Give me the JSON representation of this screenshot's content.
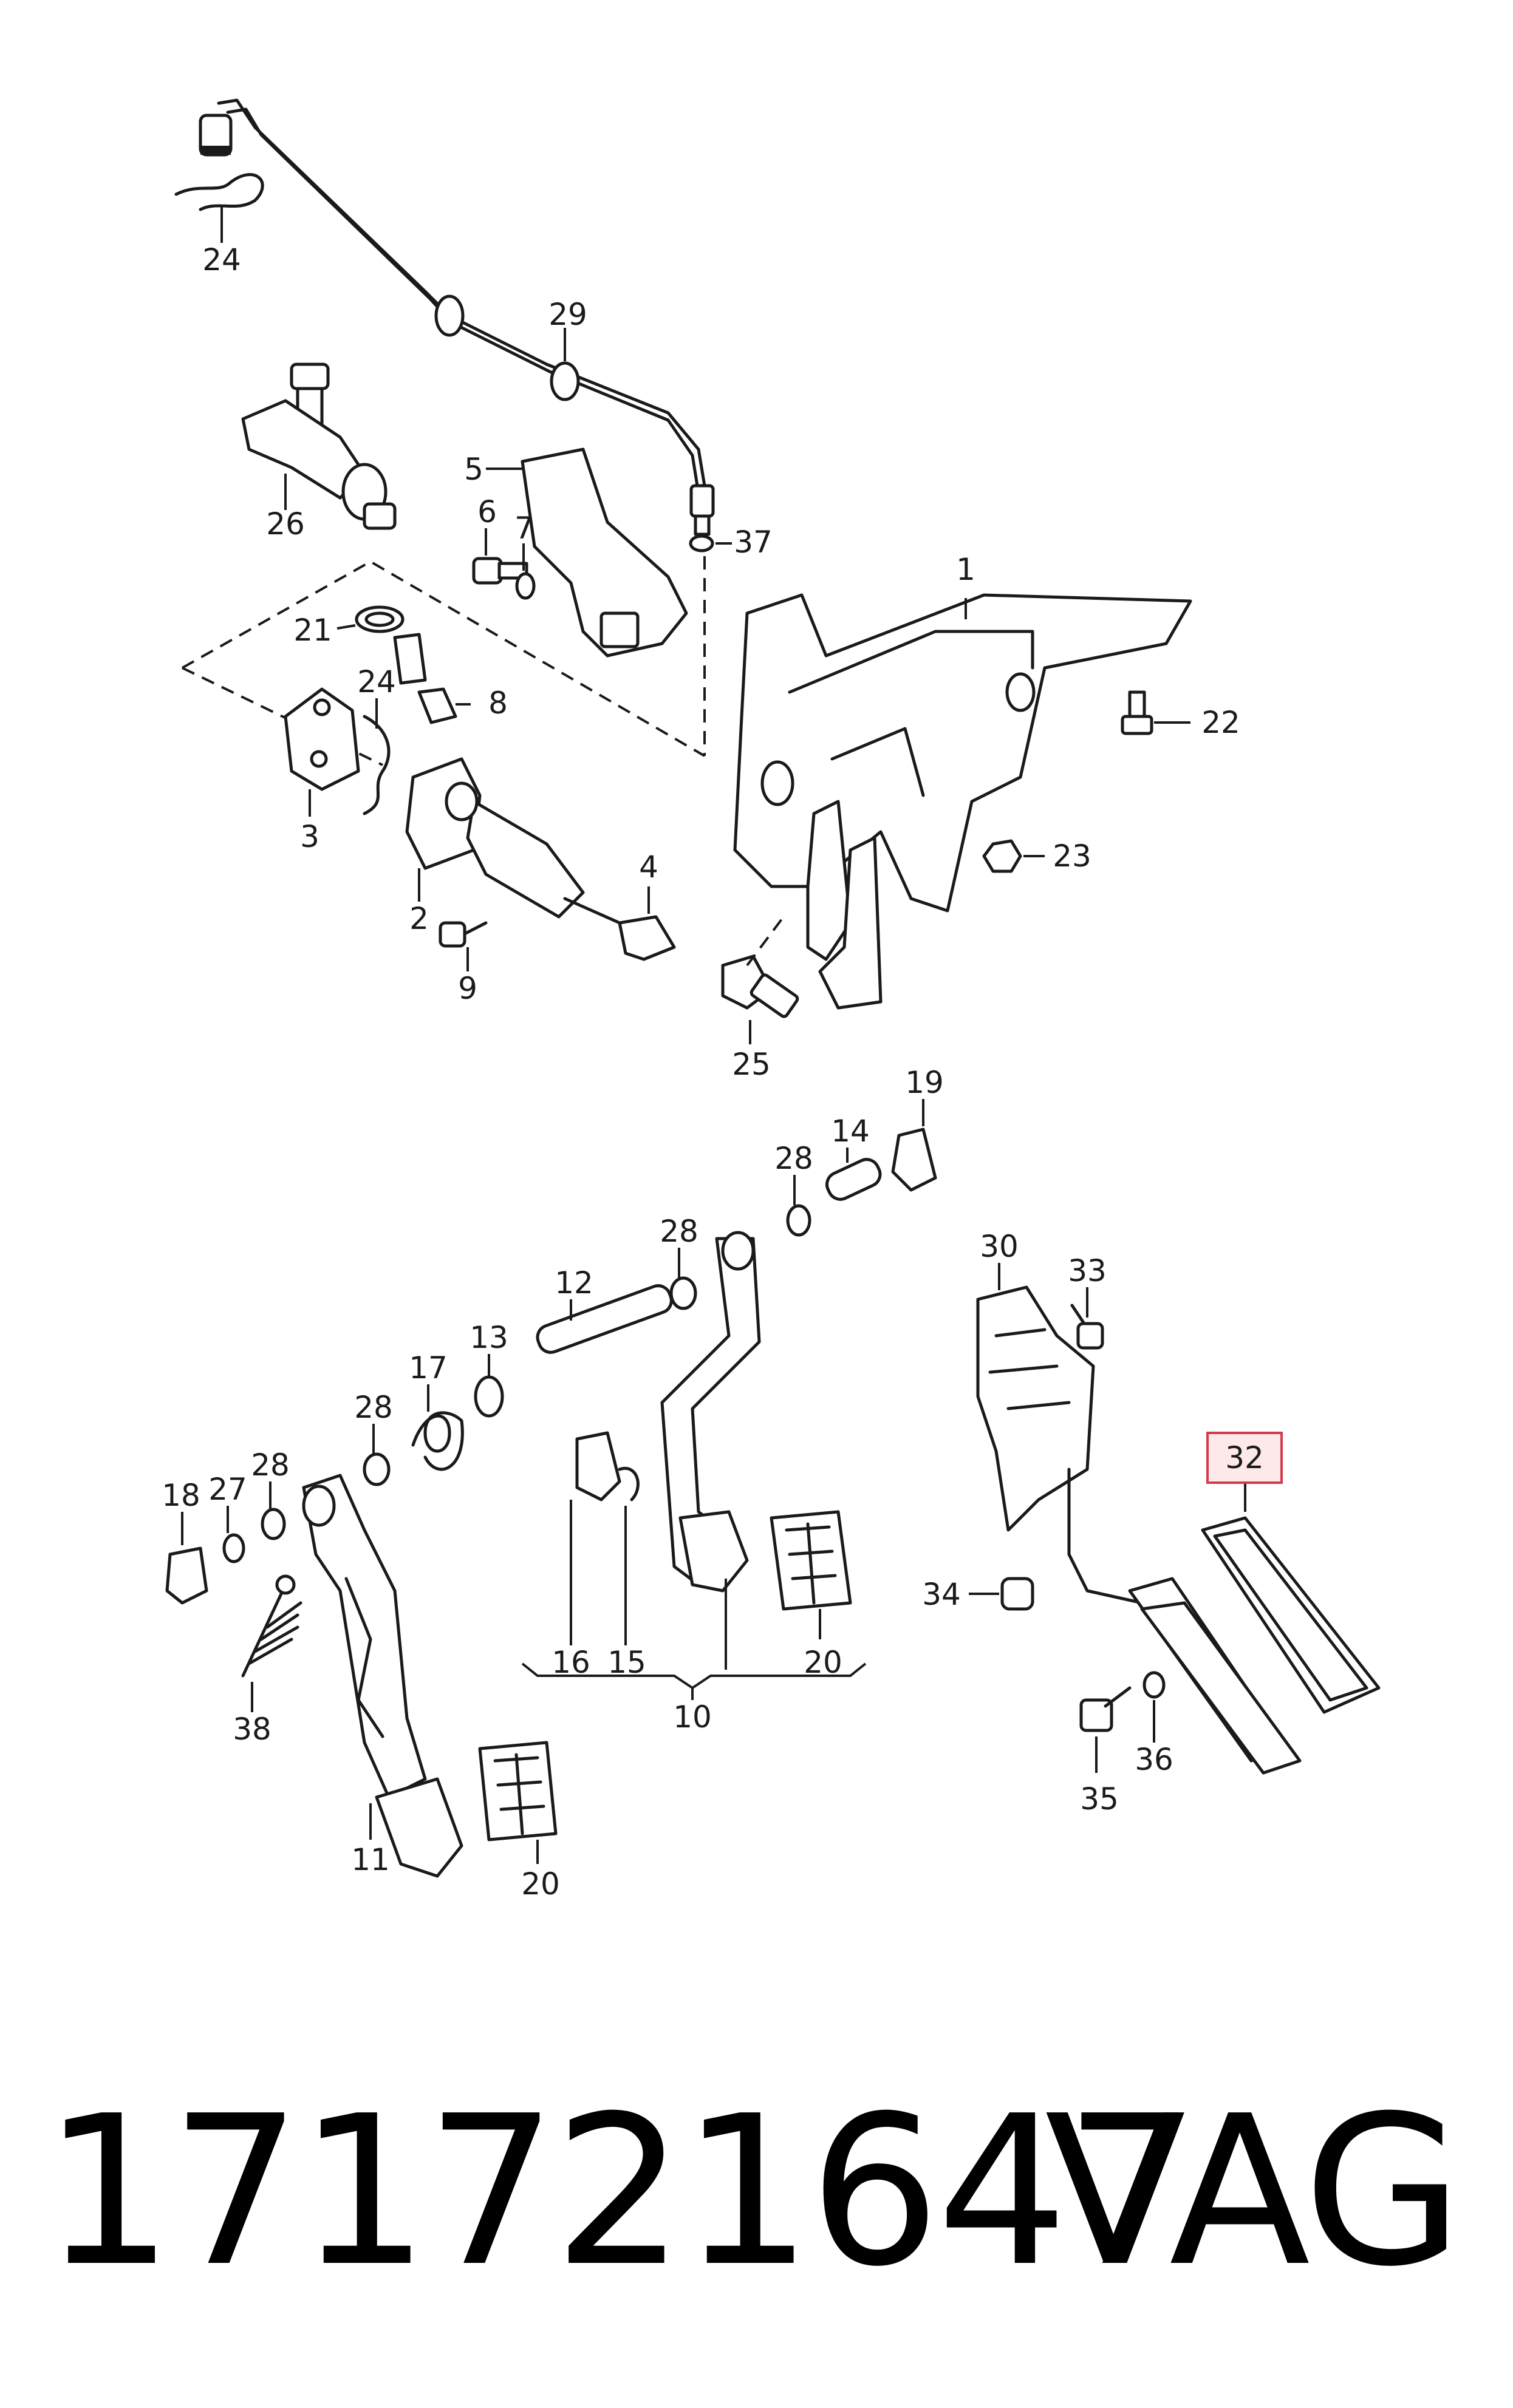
{
  "callouts": {
    "c1": "1",
    "c2": "2",
    "c3": "3",
    "c4": "4",
    "c5": "5",
    "c6": "6",
    "c7": "7",
    "c8": "8",
    "c9": "9",
    "c10": "10",
    "c11": "11",
    "c12": "12",
    "c13": "13",
    "c14": "14",
    "c15": "15",
    "c16": "16",
    "c17": "17",
    "c18": "18",
    "c19": "19",
    "c20a": "20",
    "c20b": "20",
    "c21": "21",
    "c22": "22",
    "c23": "23",
    "c24a": "24",
    "c24b": "24",
    "c25": "25",
    "c26": "26",
    "c27": "27",
    "c28a": "28",
    "c28b": "28",
    "c28c": "28",
    "c28d": "28",
    "c29": "29",
    "c30": "30",
    "c32": "32",
    "c33": "33",
    "c34": "34",
    "c35": "35",
    "c36": "36",
    "c37": "37",
    "c38": "38"
  },
  "footer": {
    "part_number": "171721647",
    "brand": "VAG"
  },
  "colors": {
    "highlight_fill": "#fde8ea",
    "highlight_stroke": "#d23a4a",
    "line": "#1a1a1a"
  }
}
